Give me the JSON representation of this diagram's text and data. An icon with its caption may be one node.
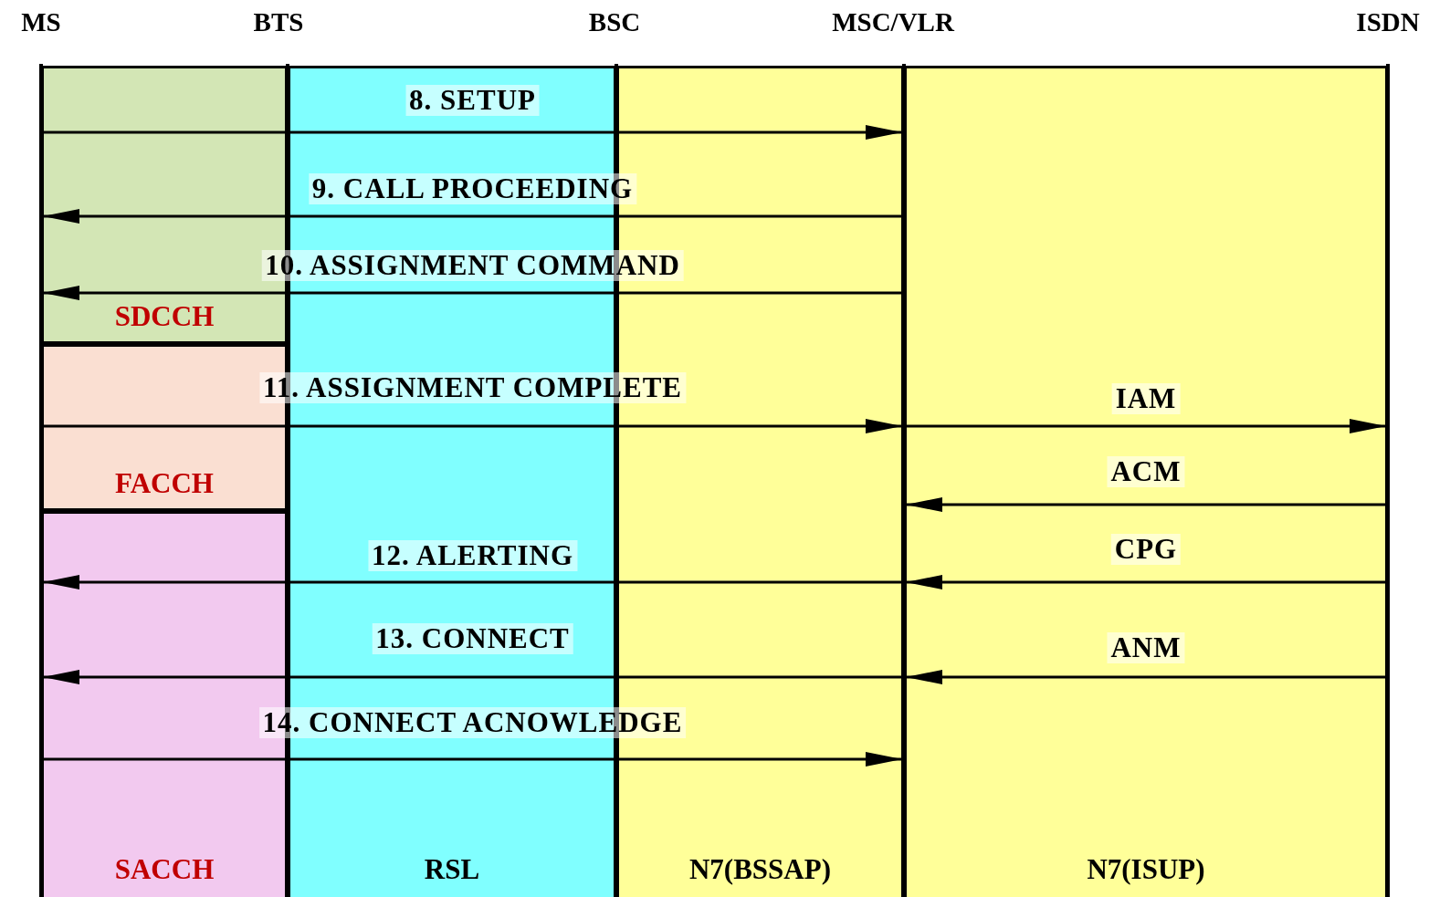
{
  "diagram": {
    "nodes": [
      {
        "text": [
          "MS"
        ]
      },
      {
        "text": [
          "BTS"
        ]
      },
      {
        "text": [
          "BSC"
        ]
      },
      {
        "text": [
          "MSC/VLR"
        ]
      },
      {
        "text": [
          "ISDN"
        ]
      },
      {
        "text": [
          "SDCCH"
        ]
      },
      {
        "text": [
          "FACCH"
        ]
      },
      {
        "text": [
          "SACCH"
        ]
      },
      {
        "text": [
          "RSL"
        ]
      },
      {
        "text": [
          "N7(BSSAP)"
        ]
      },
      {
        "text": [
          "N7(ISUP)"
        ]
      }
    ],
    "edges": [
      {
        "from": 0,
        "to": 3,
        "arrow": "to",
        "label": "8. SETUP"
      },
      {
        "from": 3,
        "to": 0,
        "arrow": "to",
        "label": "9. CALL PROCEEDING"
      },
      {
        "from": 3,
        "to": 0,
        "arrow": "to",
        "label": "10. ASSIGNMENT COMMAND"
      },
      {
        "from": 0,
        "to": 3,
        "arrow": "to",
        "label": "11. ASSIGNMENT COMPLETE"
      },
      {
        "from": 3,
        "to": 4,
        "arrow": "to",
        "label": "IAM"
      },
      {
        "from": 4,
        "to": 3,
        "arrow": "to",
        "label": "ACM"
      },
      {
        "from": 3,
        "to": 0,
        "arrow": "to",
        "label": "12. ALERTING"
      },
      {
        "from": 4,
        "to": 3,
        "arrow": "to",
        "label": "CPG"
      },
      {
        "from": 3,
        "to": 0,
        "arrow": "to",
        "label": "13. CONNECT"
      },
      {
        "from": 4,
        "to": 3,
        "arrow": "to",
        "label": "ANM"
      },
      {
        "from": 0,
        "to": 3,
        "arrow": "to",
        "label": "14. CONNECT ACNOWLEDGE"
      }
    ]
  }
}
